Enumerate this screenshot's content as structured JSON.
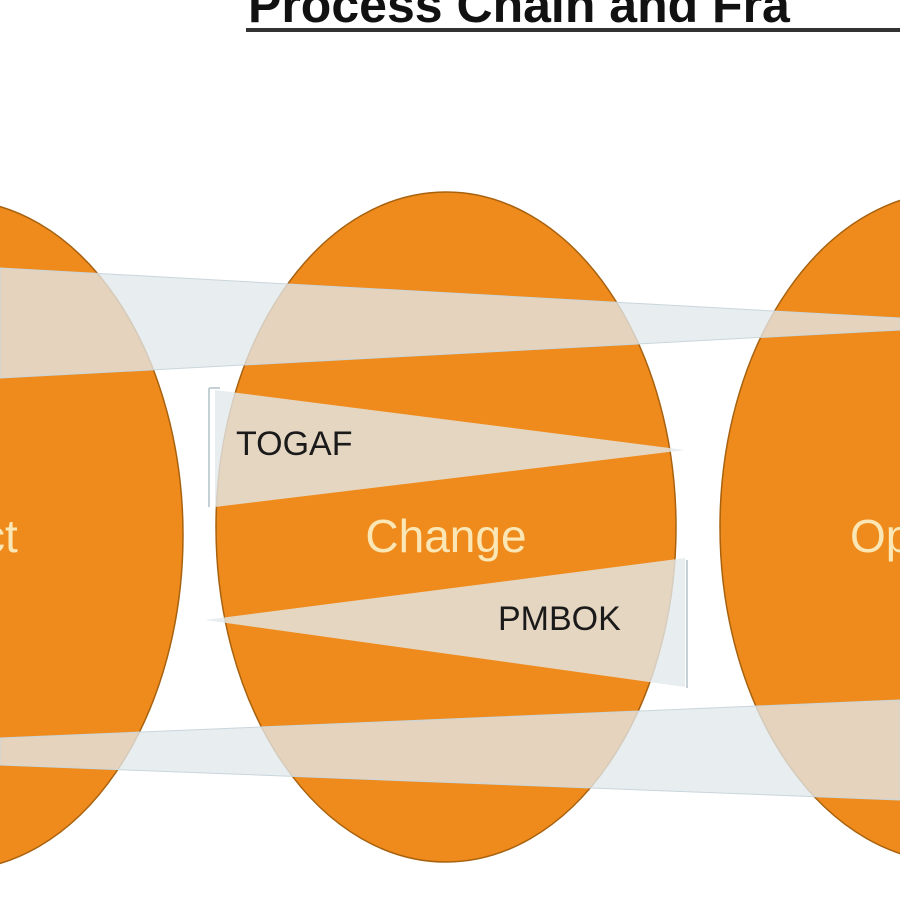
{
  "title": "Process Chain and Fra",
  "phases": [
    {
      "label": "ct"
    },
    {
      "label": "Change"
    },
    {
      "label": "Op"
    }
  ],
  "frameworks": [
    {
      "label": "TOGAF"
    },
    {
      "label": "PMBOK"
    }
  ],
  "colors": {
    "ellipse_fill": "#ef8b1c",
    "ellipse_stroke": "#a8620f",
    "wedge_fill": "#e2e8eb",
    "phase_text": "#fbe7b5"
  }
}
